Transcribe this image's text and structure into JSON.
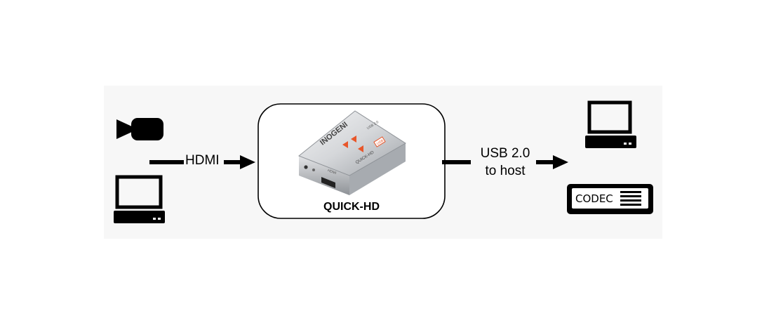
{
  "input_label": "HDMI",
  "output_label_line1": "USB 2.0",
  "output_label_line2": "to host",
  "device_label": "QUICK-HD",
  "codec_label": "CODEC",
  "device_brand": "INOGENI",
  "device_model": "QUICK-HD",
  "device_port_label": "HDMI",
  "device_badge": "USB",
  "device_side_text": "USB 2.0",
  "colors": {
    "accent": "#e8562a",
    "line": "#000000",
    "device_body": "#c9ccd0"
  },
  "icons": [
    "video-camera-icon",
    "laptop-icon",
    "capture-device",
    "codec-icon"
  ]
}
